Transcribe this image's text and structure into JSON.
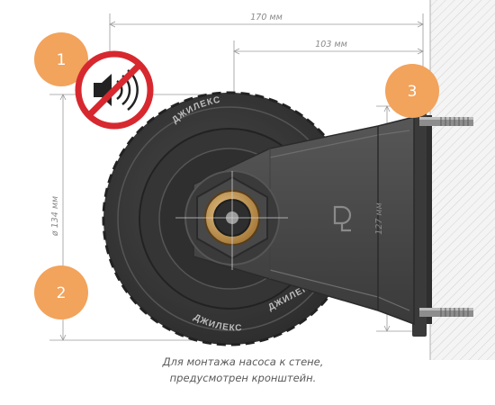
{
  "dimensions": {
    "overall_width": "170 мм",
    "axis_to_wall": "103 мм",
    "wheel_diameter": "ø 134 мм",
    "bracket_height": "127 мм"
  },
  "markers": {
    "m1": "1",
    "m2": "2",
    "m3": "3"
  },
  "brand": {
    "tire_text": "ДЖИЛЕКС"
  },
  "caption": {
    "line1": "Для монтажа насоса к стене,",
    "line2": "предусмотрен кронштейн."
  },
  "colors": {
    "marker_orange": "#f2a35c",
    "no_sign_red": "#d7282f",
    "tire_dark": "#3b3b3b",
    "bracket_gray": "#4a4a4a",
    "dimension_gray": "#9a9a9a"
  },
  "icons": {
    "no_sound_sign": "muted-speaker-prohibited"
  }
}
